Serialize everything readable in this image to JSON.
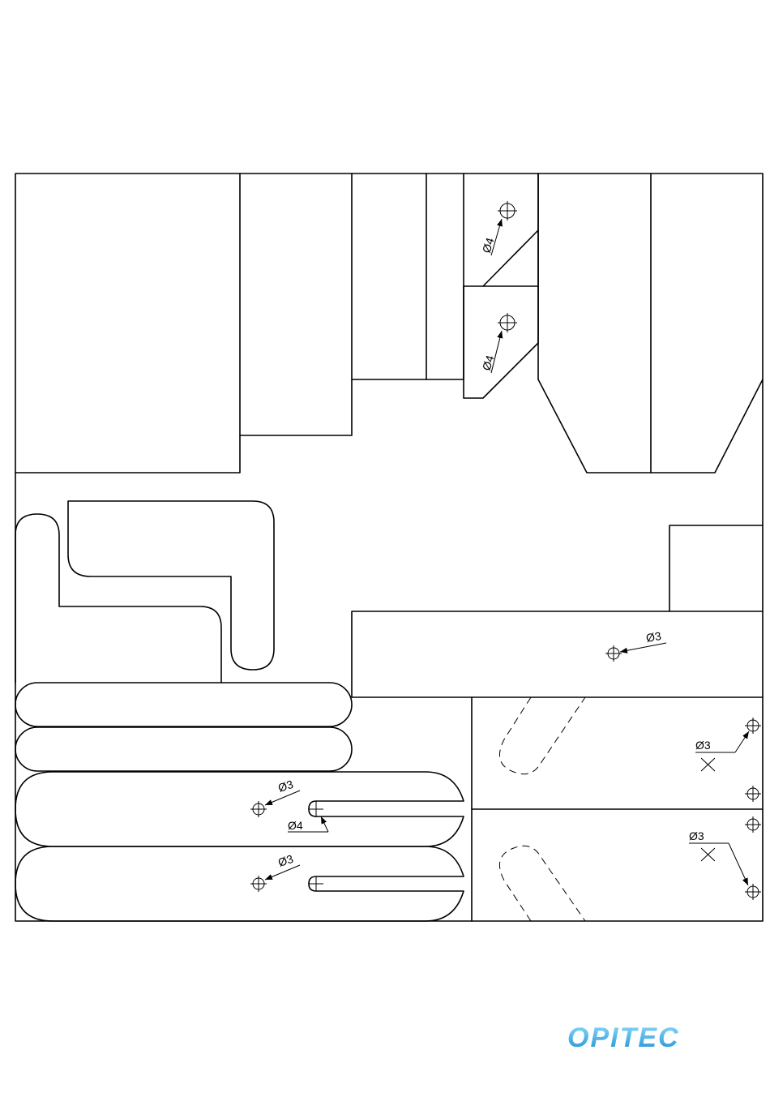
{
  "diagram": {
    "dimension_labels": {
      "hole_top_1": "Ø4",
      "hole_top_2": "Ø4",
      "hole_bar": "Ø3",
      "hole_fork_1": "Ø3",
      "hole_fork_1_slot": "Ø4",
      "hole_fork_2": "Ø3",
      "hole_right_1": "Ø3",
      "hole_right_2": "Ø3"
    }
  },
  "logo": {
    "text": "OPITEC",
    "colors": [
      "#7fd3f7",
      "#1a8fd6"
    ]
  }
}
